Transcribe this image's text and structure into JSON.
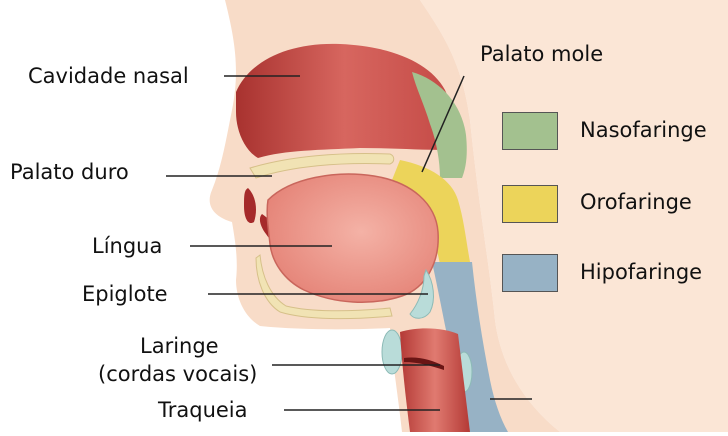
{
  "labels": {
    "cavidade_nasal": "Cavidade nasal",
    "palato_duro": "Palato duro",
    "lingua": "Língua",
    "epiglote": "Epiglote",
    "laringe_line1": "Laringe",
    "laringe_line2": "(cordas vocais)",
    "traqueia": "Traqueia",
    "palato_mole": "Palato mole"
  },
  "legend": [
    {
      "label": "Nasofaringe",
      "color": "#a3c18f"
    },
    {
      "label": "Orofaringe",
      "color": "#ecd45a"
    },
    {
      "label": "Hipofaringe",
      "color": "#97b2c5"
    }
  ],
  "colors": {
    "skin": "#fbe6d6",
    "muscle": "#cf5652",
    "tongue": "#ef9f93",
    "bone": "#f1e3b4",
    "cartilage": "#b9dcd9"
  }
}
